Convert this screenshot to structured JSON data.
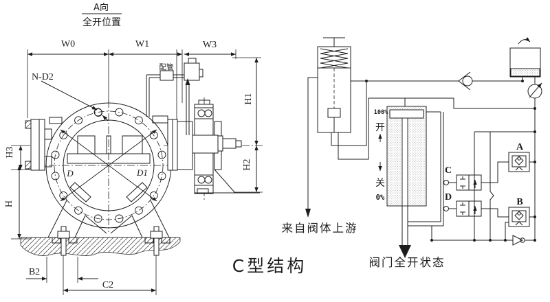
{
  "left_view": {
    "view_direction": "A向",
    "view_position": "全开位置",
    "pipe_label": "配管",
    "title": "C型结构",
    "dims": {
      "w0": "W0",
      "w1": "W1",
      "w3": "W3",
      "h1": "H1",
      "h2": "H2",
      "h3": "H3",
      "h": "H",
      "b2": "B2",
      "c2": "C2",
      "n_d2": "N-D2",
      "d": "D",
      "d1": "D1"
    }
  },
  "schematic": {
    "scale": {
      "top_percent": "100%",
      "open": "开",
      "close": "关",
      "bottom_percent": "0%"
    },
    "valves": {
      "a": "A",
      "b": "B",
      "c": "C",
      "d": "D"
    },
    "upstream": "来自阀体上游",
    "state": "阀门全开状态"
  },
  "colors": {
    "ink": "#1c1c1c",
    "paper": "#ffffff"
  }
}
